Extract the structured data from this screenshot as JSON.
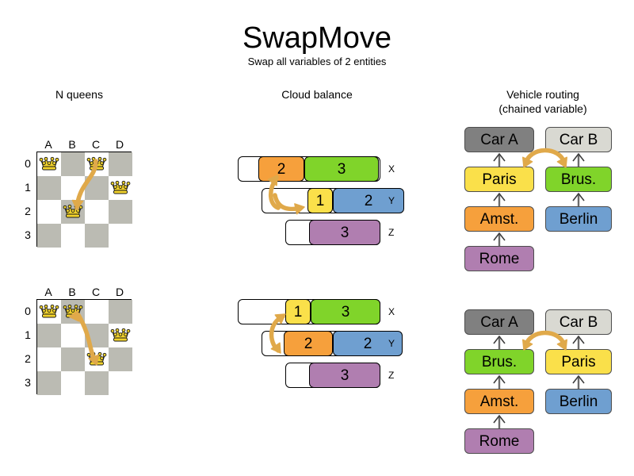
{
  "header": {
    "title": "SwapMove",
    "subtitle": "Swap all variables of 2 entities"
  },
  "sections": {
    "nqueens": {
      "title": "N queens"
    },
    "cloud": {
      "title": "Cloud balance"
    },
    "vrp": {
      "title": "Vehicle routing\n(chained variable)",
      "title_line1": "Vehicle routing",
      "title_line2": "(chained variable)"
    }
  },
  "colors": {
    "orange": "#f6a03c",
    "green": "#80d42a",
    "yellow": "#fae04a",
    "blue": "#6f9fd0",
    "purple": "#b07eb0",
    "gray_dark": "#808080",
    "gray_light": "#d9d9d2",
    "board_dark": "#bbbbb3",
    "board_light": "#ffffff",
    "arrow": "#e0a94a",
    "queen": "#f2d32b",
    "outline": "#000000"
  },
  "nqueens": {
    "columns": [
      "A",
      "B",
      "C",
      "D"
    ],
    "rows": [
      "0",
      "1",
      "2",
      "3"
    ],
    "before": {
      "queens": [
        {
          "col": 0,
          "row": 0,
          "label": "A0"
        },
        {
          "col": 2,
          "row": 0,
          "label": "C0"
        },
        {
          "col": 3,
          "row": 1,
          "label": "D1"
        },
        {
          "col": 1,
          "row": 2,
          "label": "B2"
        }
      ],
      "arrow": {
        "from": "C0",
        "to": "B2"
      }
    },
    "after": {
      "queens": [
        {
          "col": 0,
          "row": 0,
          "label": "A0"
        },
        {
          "col": 1,
          "row": 0,
          "label": "B0"
        },
        {
          "col": 3,
          "row": 1,
          "label": "D1"
        },
        {
          "col": 2,
          "row": 2,
          "label": "C2"
        }
      ],
      "arrow": {
        "from": "B0",
        "to": "C2"
      }
    }
  },
  "cloud": {
    "before": {
      "rows": [
        {
          "label": "X",
          "processes": [
            {
              "value": "2",
              "color": "orange"
            },
            {
              "value": "3",
              "color": "green"
            }
          ]
        },
        {
          "label": "Y",
          "processes": [
            {
              "value": "1",
              "color": "yellow"
            },
            {
              "value": "2",
              "color": "blue"
            }
          ]
        },
        {
          "label": "Z",
          "processes": [
            {
              "value": "3",
              "color": "purple"
            }
          ]
        }
      ]
    },
    "after": {
      "rows": [
        {
          "label": "X",
          "processes": [
            {
              "value": "1",
              "color": "yellow"
            },
            {
              "value": "3",
              "color": "green"
            }
          ]
        },
        {
          "label": "Y",
          "processes": [
            {
              "value": "2",
              "color": "orange"
            },
            {
              "value": "2",
              "color": "blue"
            }
          ]
        },
        {
          "label": "Z",
          "processes": [
            {
              "value": "3",
              "color": "purple"
            }
          ]
        }
      ]
    }
  },
  "vrp": {
    "before": {
      "chainA": [
        {
          "label": "Car A",
          "color": "gray_dark"
        },
        {
          "label": "Paris",
          "color": "yellow"
        },
        {
          "label": "Amst.",
          "color": "orange"
        },
        {
          "label": "Rome",
          "color": "purple"
        }
      ],
      "chainB": [
        {
          "label": "Car B",
          "color": "gray_light"
        },
        {
          "label": "Brus.",
          "color": "green"
        },
        {
          "label": "Berlin",
          "color": "blue"
        }
      ],
      "arrow": {
        "from": "Paris",
        "to": "Brus."
      }
    },
    "after": {
      "chainA": [
        {
          "label": "Car A",
          "color": "gray_dark"
        },
        {
          "label": "Brus.",
          "color": "green"
        },
        {
          "label": "Amst.",
          "color": "orange"
        },
        {
          "label": "Rome",
          "color": "purple"
        }
      ],
      "chainB": [
        {
          "label": "Car B",
          "color": "gray_light"
        },
        {
          "label": "Paris",
          "color": "yellow"
        },
        {
          "label": "Berlin",
          "color": "blue"
        }
      ],
      "arrow": {
        "from": "Brus.",
        "to": "Paris"
      }
    }
  }
}
